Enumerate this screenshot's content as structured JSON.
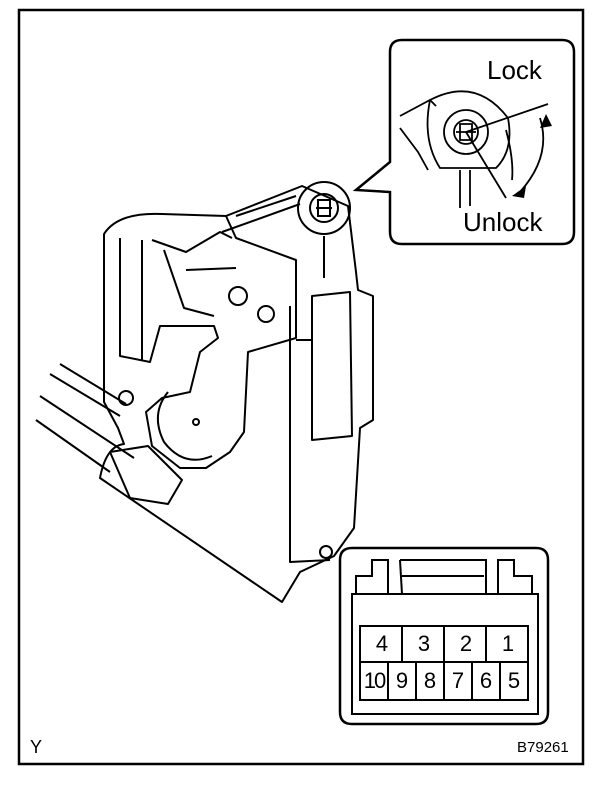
{
  "callout": {
    "lock_label": "Lock",
    "unlock_label": "Unlock"
  },
  "connector": {
    "top_row": [
      "4",
      "3",
      "2",
      "1"
    ],
    "bottom_row": [
      "10",
      "9",
      "8",
      "7",
      "6",
      "5"
    ]
  },
  "corner_letter": "Y",
  "figure_id": "B79261",
  "colors": {
    "ink": "#000000",
    "paper": "#ffffff"
  }
}
